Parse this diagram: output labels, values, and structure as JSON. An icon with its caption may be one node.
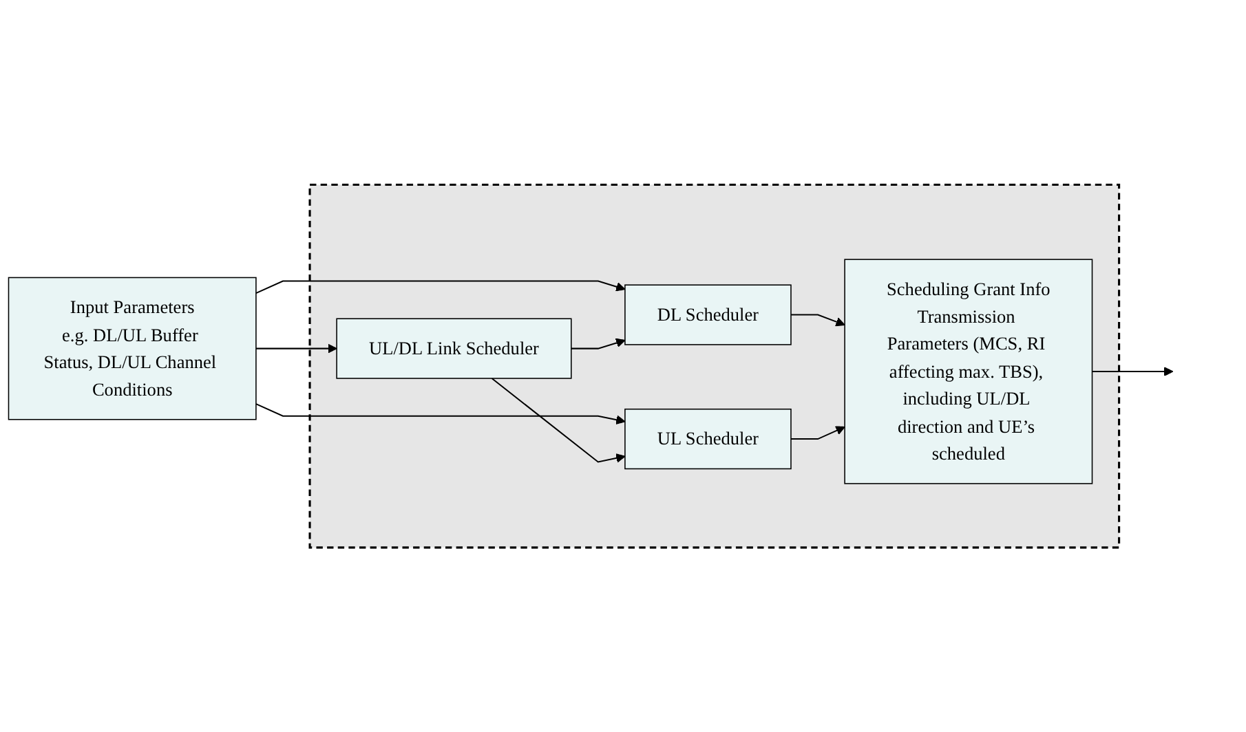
{
  "diagram": {
    "nodes": [
      {
        "text": [],
        "shape": "box"
      },
      {
        "text": [
          "Input Parameters",
          "e.g. DL/UL Buffer Status, DL/UL Channel Conditions"
        ]
      },
      {
        "text": [
          "UL/DL Link Scheduler"
        ],
        "in": 0
      },
      {
        "text": [
          "DL Scheduler"
        ],
        "in": 0
      },
      {
        "text": [
          "UL Scheduler"
        ],
        "in": 0
      },
      {
        "text": [
          "Scheduling Grant Info",
          "Transmission Parameters (MCS, RI affecting max. TBS), including UL/DL direction and UE’s scheduled"
        ],
        "in": 0
      }
    ],
    "edges": [
      {
        "from": 1,
        "to": 2,
        "arrow": "to"
      },
      {
        "from": 1,
        "to": 3,
        "arrow": "to"
      },
      {
        "from": 1,
        "to": 4,
        "arrow": "to"
      },
      {
        "from": 2,
        "to": 3,
        "arrow": "to"
      },
      {
        "from": 2,
        "to": 4,
        "arrow": "to"
      },
      {
        "from": 3,
        "to": 5,
        "arrow": "to"
      },
      {
        "from": 4,
        "to": 5,
        "arrow": "to"
      },
      {
        "from": 5,
        "to": null,
        "arrow": "to"
      }
    ]
  }
}
